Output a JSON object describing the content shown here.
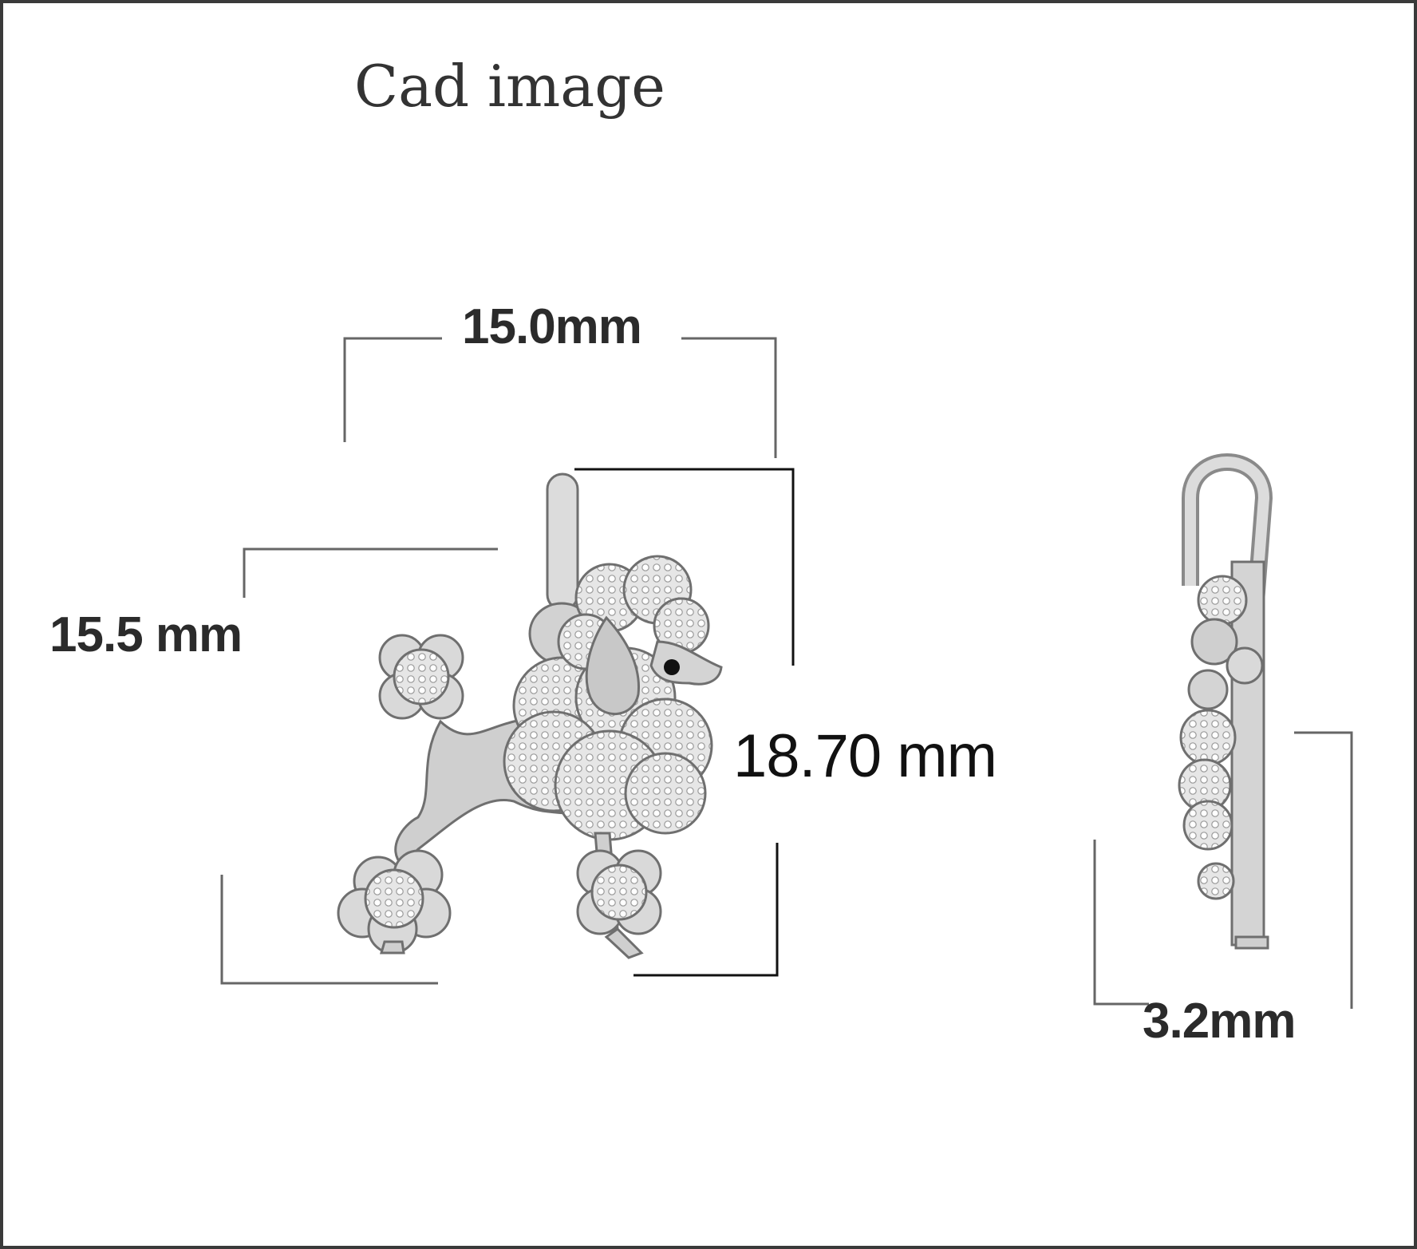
{
  "title": "Cad image",
  "dimensions": {
    "width": "15.0mm",
    "height_left": "15.5 mm",
    "height_right": "18.70 mm",
    "depth": "3.2mm"
  },
  "colors": {
    "border": "#3a3a3a",
    "metal": "#d9d9d9",
    "metal_dark": "#8a8a8a",
    "line": "#666666",
    "eye": "#111111"
  }
}
